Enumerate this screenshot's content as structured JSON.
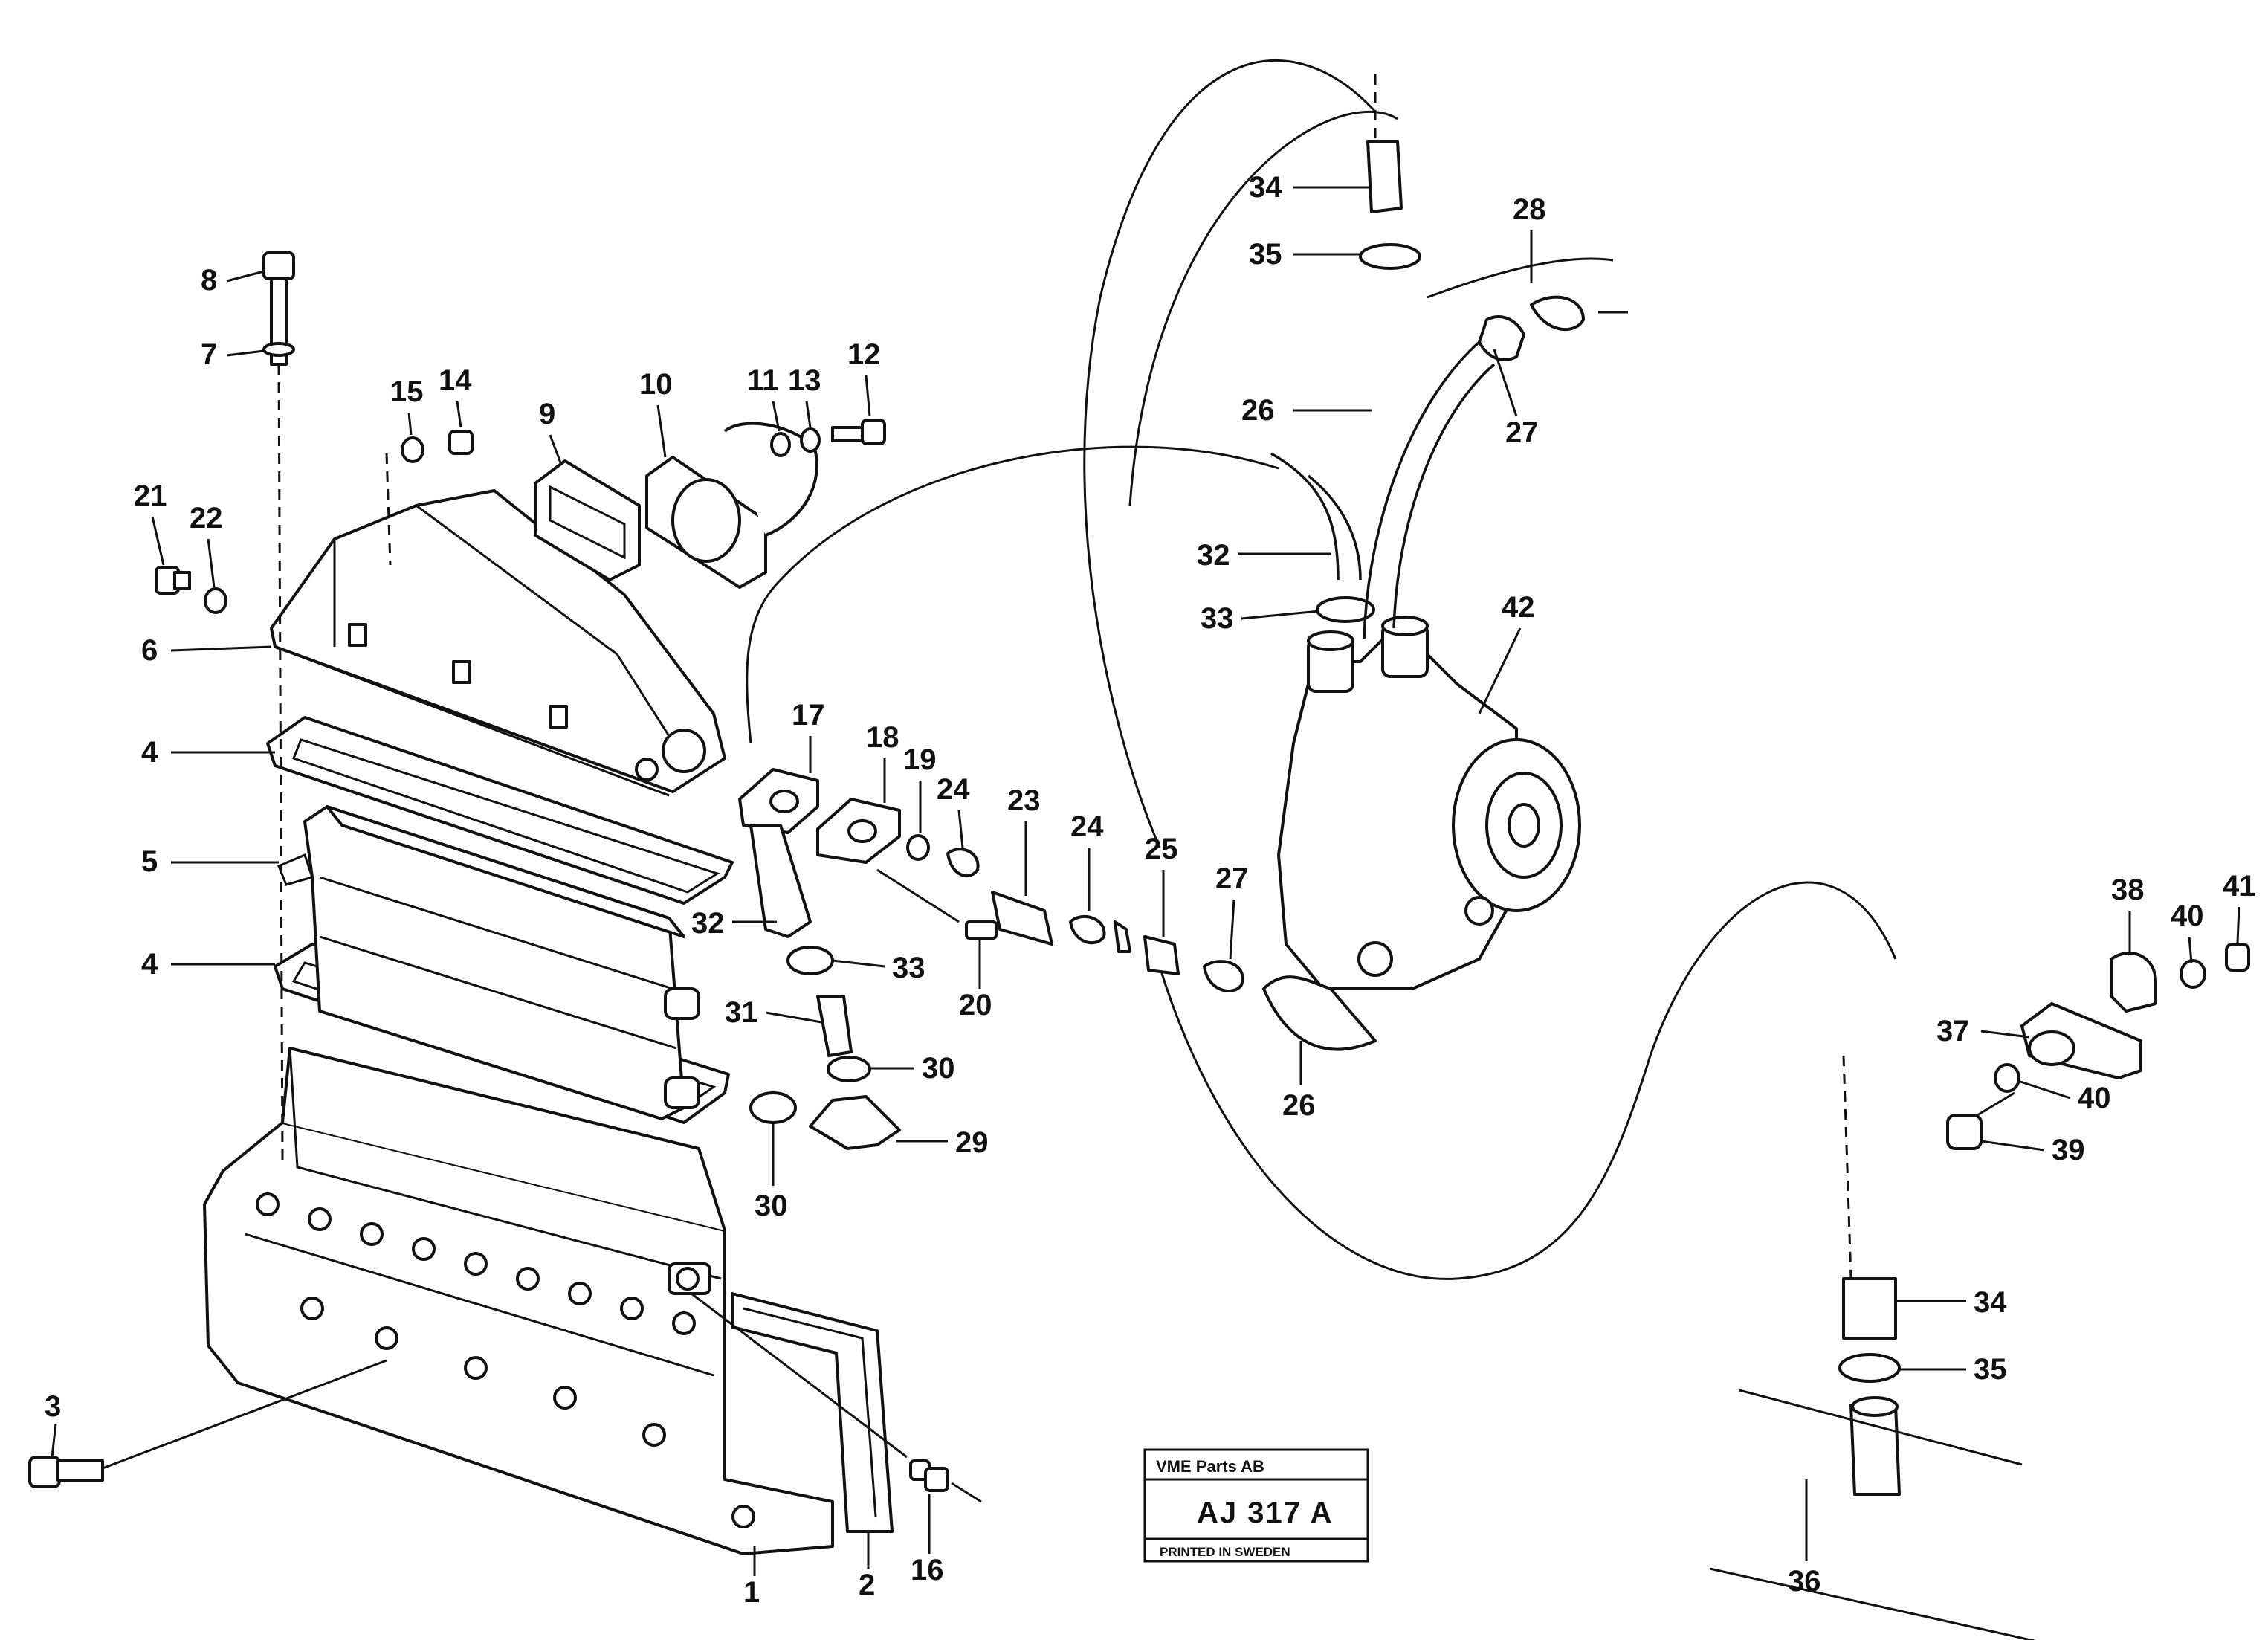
{
  "title_block": {
    "company": "VME Parts AB",
    "code": "AJ 317 A",
    "printed": "PRINTED IN SWEDEN"
  },
  "callouts": [
    {
      "id": "c1",
      "text": "1"
    },
    {
      "id": "c2",
      "text": "2"
    },
    {
      "id": "c3",
      "text": "3"
    },
    {
      "id": "c4a",
      "text": "4"
    },
    {
      "id": "c4b",
      "text": "4"
    },
    {
      "id": "c5",
      "text": "5"
    },
    {
      "id": "c6",
      "text": "6"
    },
    {
      "id": "c7",
      "text": "7"
    },
    {
      "id": "c8",
      "text": "8"
    },
    {
      "id": "c9",
      "text": "9"
    },
    {
      "id": "c10",
      "text": "10"
    },
    {
      "id": "c11",
      "text": "11"
    },
    {
      "id": "c12",
      "text": "12"
    },
    {
      "id": "c13",
      "text": "13"
    },
    {
      "id": "c14",
      "text": "14"
    },
    {
      "id": "c15",
      "text": "15"
    },
    {
      "id": "c16",
      "text": "16"
    },
    {
      "id": "c17",
      "text": "17"
    },
    {
      "id": "c18",
      "text": "18"
    },
    {
      "id": "c19",
      "text": "19"
    },
    {
      "id": "c20",
      "text": "20"
    },
    {
      "id": "c21",
      "text": "21"
    },
    {
      "id": "c22",
      "text": "22"
    },
    {
      "id": "c23",
      "text": "23"
    },
    {
      "id": "c24a",
      "text": "24"
    },
    {
      "id": "c24b",
      "text": "24"
    },
    {
      "id": "c25",
      "text": "25"
    },
    {
      "id": "c26a",
      "text": "26"
    },
    {
      "id": "c26b",
      "text": "26"
    },
    {
      "id": "c27a",
      "text": "27"
    },
    {
      "id": "c27b",
      "text": "27"
    },
    {
      "id": "c28",
      "text": "28"
    },
    {
      "id": "c29",
      "text": "29"
    },
    {
      "id": "c30a",
      "text": "30"
    },
    {
      "id": "c30b",
      "text": "30"
    },
    {
      "id": "c31",
      "text": "31"
    },
    {
      "id": "c32a",
      "text": "32"
    },
    {
      "id": "c32b",
      "text": "32"
    },
    {
      "id": "c33a",
      "text": "33"
    },
    {
      "id": "c33b",
      "text": "33"
    },
    {
      "id": "c34a",
      "text": "34"
    },
    {
      "id": "c34b",
      "text": "34"
    },
    {
      "id": "c35a",
      "text": "35"
    },
    {
      "id": "c35b",
      "text": "35"
    },
    {
      "id": "c36",
      "text": "36"
    },
    {
      "id": "c37",
      "text": "37"
    },
    {
      "id": "c38",
      "text": "38"
    },
    {
      "id": "c39",
      "text": "39"
    },
    {
      "id": "c40a",
      "text": "40"
    },
    {
      "id": "c40b",
      "text": "40"
    },
    {
      "id": "c41",
      "text": "41"
    },
    {
      "id": "c42",
      "text": "42"
    }
  ]
}
